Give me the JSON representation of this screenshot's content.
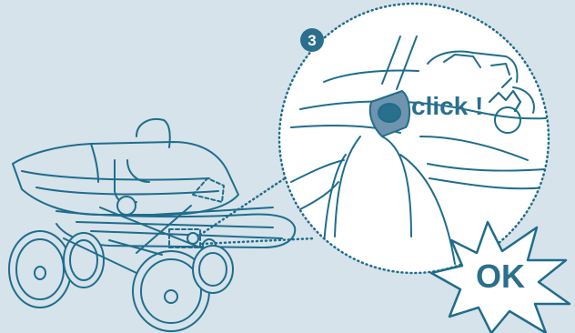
{
  "step": {
    "number": "3"
  },
  "callout": {
    "text": "click !"
  },
  "badge": {
    "text": "OK"
  },
  "colors": {
    "background": "#d6e3ea",
    "line": "#1f6d8c",
    "accent": "#2a6f8d",
    "lock": "#6f94ad",
    "white": "#ffffff"
  }
}
